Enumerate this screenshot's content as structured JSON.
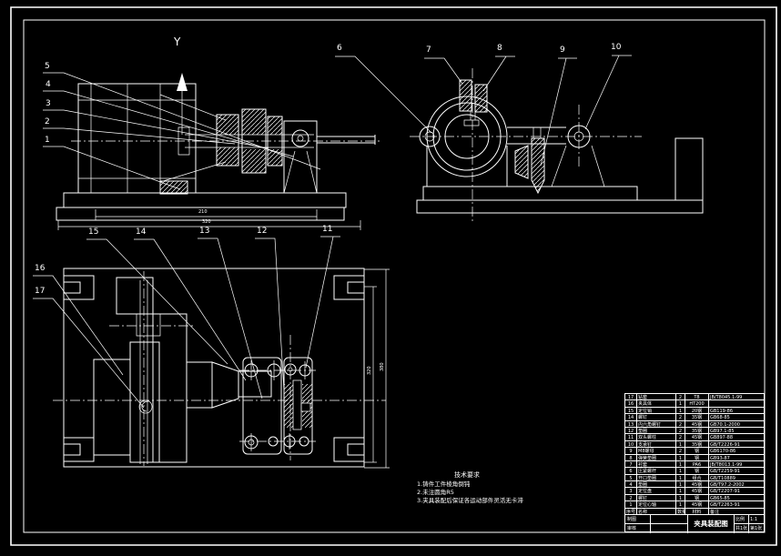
{
  "axis": {
    "label": "Y"
  },
  "callouts": {
    "c1": "1",
    "c2": "2",
    "c3": "3",
    "c4": "4",
    "c5": "5",
    "c6": "6",
    "c7": "7",
    "c8": "8",
    "c9": "9",
    "c10": "10",
    "c11": "11",
    "c12": "12",
    "c13": "13",
    "c14": "14",
    "c15": "15",
    "c16": "16",
    "c17": "17"
  },
  "dimensions": {
    "d1": "210",
    "d2": "320",
    "d3": "320",
    "d4": "380"
  },
  "notes": {
    "title": "技术要求",
    "line1": "1.铸件工件棱角倒钝",
    "line2": "2.未注圆角R5",
    "line3": "3.夹具装配后保证各运动部件灵活无卡滞"
  },
  "parts_table": {
    "headers": [
      "序号",
      "名称",
      "数量",
      "材料",
      "备注"
    ],
    "rows": [
      [
        "17",
        "钻套",
        "2",
        "T8",
        "JB/T8045.1-99"
      ],
      [
        "16",
        "夹具体",
        "1",
        "HT200",
        ""
      ],
      [
        "15",
        "定位销",
        "1",
        "20钢",
        "GB119-86"
      ],
      [
        "14",
        "螺钉",
        "2",
        "35钢",
        "GB68-85"
      ],
      [
        "13",
        "内六角螺钉",
        "2",
        "45钢",
        "GB70.1-2000"
      ],
      [
        "12",
        "垫圈",
        "2",
        "35钢",
        "GB97.1-85"
      ],
      [
        "11",
        "双头螺柱",
        "2",
        "45钢",
        "GB897-88"
      ],
      [
        "10",
        "支承钉",
        "1",
        "35钢",
        "GB/T2226-91"
      ],
      [
        "9",
        "M8螺母",
        "2",
        "钢",
        "GB6170-86"
      ],
      [
        "8",
        "弹簧垫圈",
        "1",
        "钢",
        "GB93-87"
      ],
      [
        "7",
        "衬套",
        "1",
        "PA6",
        "JB/T8013.1-99"
      ],
      [
        "6",
        "压紧螺杆",
        "1",
        "钢",
        "GB/T2259-91"
      ],
      [
        "5",
        "开口垫圈",
        "1",
        "组合",
        "GB/T10889"
      ],
      [
        "4",
        "垫圈",
        "1",
        "45钢",
        "GB/T97.2-2002"
      ],
      [
        "3",
        "定位盘",
        "1",
        "45钢",
        "GB/T2207-91"
      ],
      [
        "2",
        "螺钉",
        "1",
        "钢",
        "GB65-85"
      ],
      [
        "1",
        "定位心轴",
        "1",
        "45钢",
        "GB/T2263-91"
      ]
    ]
  },
  "title_block": {
    "maker_label": "制图",
    "checker_label": "审核",
    "title": "夹具装配图",
    "scale_label": "比例",
    "scale_value": "1:1",
    "sheet_label": "共1张",
    "page_label": "第1张"
  }
}
